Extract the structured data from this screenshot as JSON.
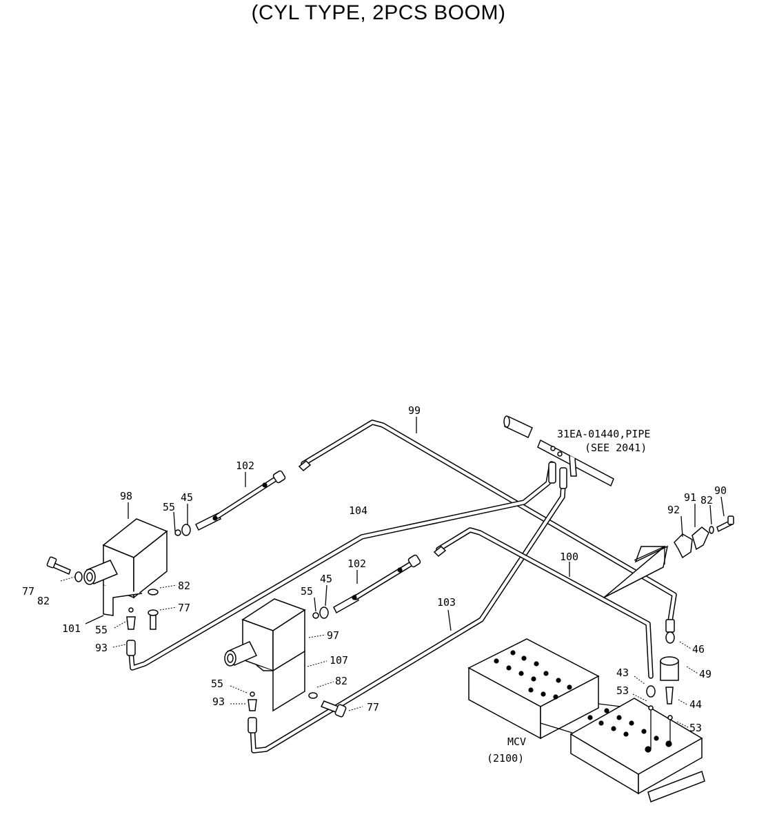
{
  "title": "(CYL TYPE, 2PCS  BOOM)",
  "labels": {
    "p99": "99",
    "ref_pipe": "31EA-01440,PIPE",
    "ref_see": "(SEE 2041)",
    "p102a": "102",
    "p98": "98",
    "p55a": "55",
    "p45a": "45",
    "p104": "104",
    "p92": "92",
    "p91": "91",
    "p82a": "82",
    "p90": "90",
    "p100": "100",
    "p77a": "77",
    "p82b": "82",
    "p82c": "82",
    "p77b": "77",
    "p102b": "102",
    "p55b": "55",
    "p45b": "45",
    "p101": "101",
    "p55c": "55",
    "p93a": "93",
    "p103": "103",
    "p97": "97",
    "p107": "107",
    "p46": "46",
    "p49": "49",
    "p43": "43",
    "p53a": "53",
    "p44": "44",
    "p53b": "53",
    "p55d": "55",
    "p82d": "82",
    "p93b": "93",
    "p77c": "77",
    "mcv": "MCV",
    "mcv_ref": "(2100)"
  }
}
